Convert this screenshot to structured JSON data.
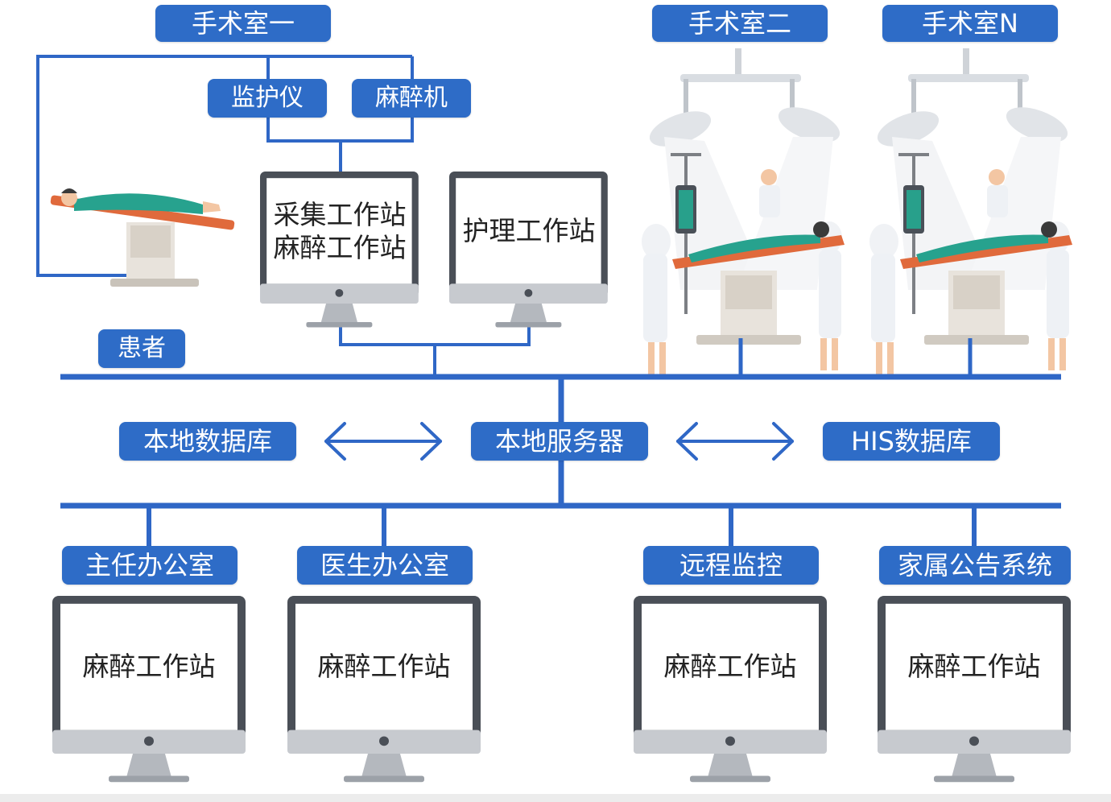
{
  "rooms": {
    "room_1": "手术室一",
    "room_2": "手术室二",
    "room_n": "手术室N"
  },
  "devices": {
    "monitor": "监护仪",
    "anesthesia_machine": "麻醉机"
  },
  "workstations": {
    "collection_line1": "采集工作站",
    "collection_line2": "麻醉工作站",
    "nursing": "护理工作站"
  },
  "patient_label": "患者",
  "middle": {
    "local_db": "本地数据库",
    "local_server": "本地服务器",
    "his_db": "HIS数据库"
  },
  "bottom_nodes": [
    {
      "label": "主任办公室",
      "screen": "麻醉工作站"
    },
    {
      "label": "医生办公室",
      "screen": "麻醉工作站"
    },
    {
      "label": "远程监控",
      "screen": "麻醉工作站"
    },
    {
      "label": "家属公告系统",
      "screen": "麻醉工作站"
    }
  ],
  "colors": {
    "accent": "#2e6cc7",
    "line": "#2f67c6",
    "monitor_frame": "#4a4f57",
    "surgery_gown": "#e9eef5"
  },
  "icons": [
    "monitor-icon",
    "surgical-table-icon",
    "operating-room-illustration",
    "double-arrow-icon"
  ]
}
